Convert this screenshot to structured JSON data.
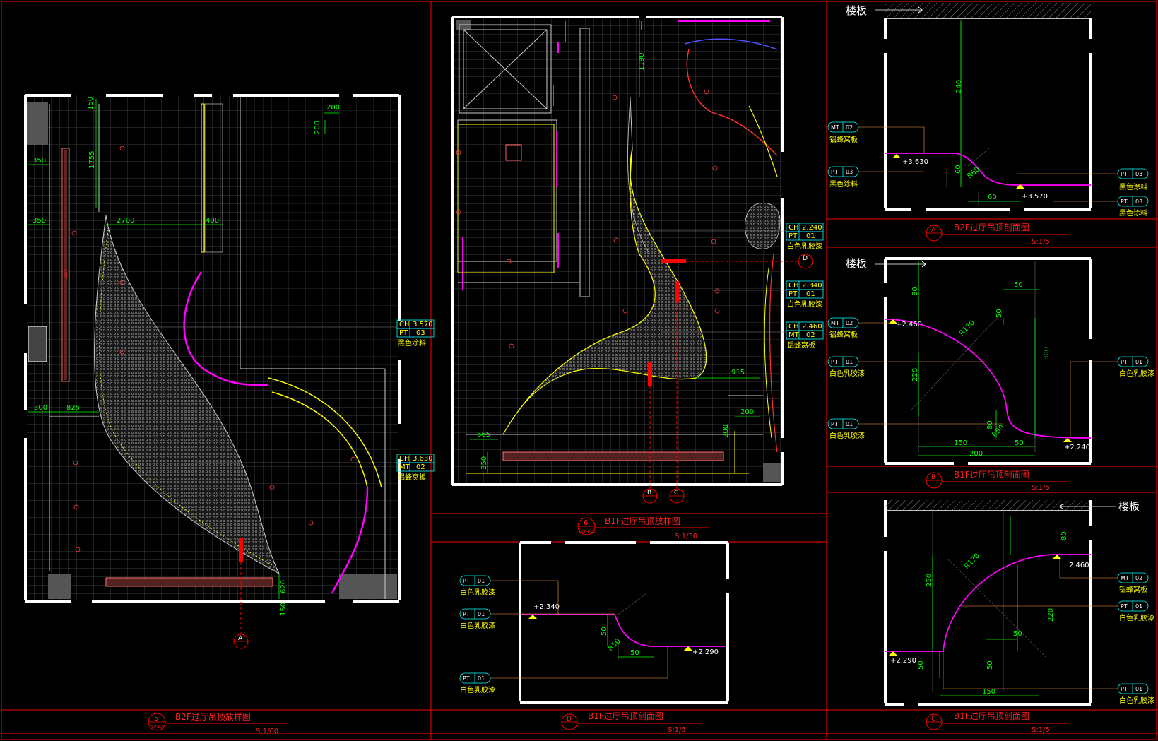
{
  "colors": {
    "background": "#000000",
    "frame": "#ff0000",
    "wall": "#ffffff",
    "dim": "#00ff00",
    "tag": "#00ffff",
    "note": "#ffff00",
    "magenta": "#ff00ff",
    "grid": "#5a5a5a"
  },
  "plan_b2f": {
    "title": "B2F过厅吊顶放样图",
    "number": "5",
    "sheet_ref": "DSF-P-02",
    "scale": "S:1/60",
    "dims": {
      "d150": "150",
      "d1755": "1755",
      "d350a": "350",
      "d350b": "350",
      "d2700": "2700",
      "d400": "400",
      "d200h": "200",
      "d200v": "200",
      "d300": "300",
      "d825": "825",
      "d620": "620",
      "d150b": "150"
    },
    "tags": [
      {
        "code1": "CH",
        "val1": "3.570",
        "code2": "PT",
        "val2": "03",
        "note": "黑色涂料"
      },
      {
        "code1": "CH",
        "val1": "3.630",
        "code2": "MT",
        "val2": "02",
        "note": "铝蜂窝板"
      }
    ],
    "marker": "A"
  },
  "plan_b1f": {
    "title": "B1F过厅吊顶放样图",
    "number": "6",
    "sheet_ref": "DSF-P-02",
    "scale": "S:1/50",
    "dims": {
      "d1190": "1190",
      "d915": "915",
      "d200": "200",
      "d200v": "200",
      "d665": "665",
      "d350": "350"
    },
    "tags": [
      {
        "code1": "CH",
        "val1": "2.240",
        "code2": "PT",
        "val2": "01",
        "note": "白色乳胶漆"
      },
      {
        "code1": "CH",
        "val1": "2.340",
        "code2": "PT",
        "val2": "01",
        "note": "白色乳胶漆"
      },
      {
        "code1": "CH",
        "val1": "2.460",
        "code2": "MT",
        "val2": "02",
        "note": "铝蜂窝板"
      }
    ],
    "markers": [
      "B",
      "C",
      "D"
    ]
  },
  "section_a": {
    "title": "B2F过厅吊顶剖面图",
    "marker": "A",
    "scale": "S:1/5",
    "floor_label": "楼板",
    "dims": {
      "d240": "240",
      "d60v": "60",
      "d60h": "60",
      "r60": "R60"
    },
    "levels": [
      "+3.630",
      "+3.570"
    ],
    "tags_left": [
      {
        "code": "MT",
        "val": "02",
        "note": "铝蜂窝板"
      },
      {
        "code": "PT",
        "val": "03",
        "note": "黑色涂料"
      }
    ],
    "tags_right": [
      {
        "code": "PT",
        "val": "03",
        "note": "黑色涂料"
      },
      {
        "code": "PT",
        "val": "03",
        "note": "黑色涂料"
      }
    ]
  },
  "section_b": {
    "title": "B1F过厅吊顶剖面图",
    "marker": "B",
    "scale": "S:1/5",
    "floor_label": "楼板",
    "dims": {
      "d80": "80",
      "d50a": "50",
      "d50b": "50",
      "r170": "R170",
      "d300": "300",
      "d220": "220",
      "d80b": "80",
      "r50": "R50",
      "d150": "150",
      "d50c": "50",
      "d200": "200"
    },
    "levels": [
      "+2.460",
      "+2.240"
    ],
    "tags_left": [
      {
        "code": "MT",
        "val": "02",
        "note": "铝蜂窝板"
      },
      {
        "code": "PT",
        "val": "01",
        "note": "白色乳胶漆"
      },
      {
        "code": "PT",
        "val": "01",
        "note": "白色乳胶漆"
      }
    ],
    "tags_right": [
      {
        "code": "PT",
        "val": "01",
        "note": "白色乳胶漆"
      }
    ]
  },
  "section_c": {
    "title": "B1F过厅吊顶剖面图",
    "marker": "C",
    "scale": "S:1/5",
    "floor_label": "楼板",
    "dims": {
      "d80": "80",
      "r170": "R170",
      "d250": "250",
      "d220": "220",
      "d50a": "50",
      "d50b": "50",
      "d50c": "50",
      "d150": "150"
    },
    "levels": [
      "2.460",
      "+2.290"
    ],
    "tags_right": [
      {
        "code": "MT",
        "val": "02",
        "note": "铝蜂窝板"
      },
      {
        "code": "PT",
        "val": "01",
        "note": "白色乳胶漆"
      },
      {
        "code": "PT",
        "val": "01",
        "note": "白色乳胶漆"
      }
    ]
  },
  "section_d": {
    "title": "B1F过厅吊顶剖面图",
    "marker": "D",
    "scale": "S:1/5",
    "dims": {
      "d50v": "50",
      "r50": "R50",
      "d50h": "50"
    },
    "levels": [
      "+2.340",
      "+2.290"
    ],
    "tags_left": [
      {
        "code": "PT",
        "val": "01",
        "note": "白色乳胶漆"
      },
      {
        "code": "PT",
        "val": "01",
        "note": "白色乳胶漆"
      },
      {
        "code": "PT",
        "val": "01",
        "note": "白色乳胶漆"
      }
    ]
  }
}
